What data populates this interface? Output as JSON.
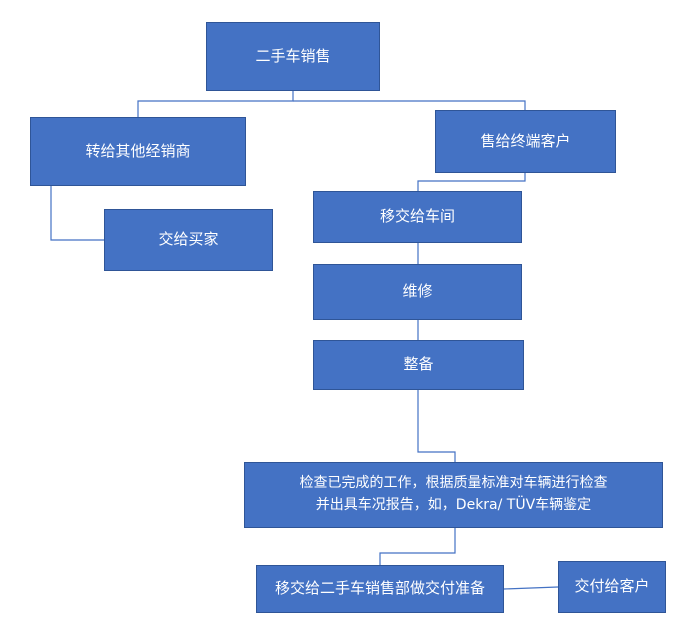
{
  "nodes": {
    "root": "二手车销售",
    "other_dealer": "转给其他经销商",
    "end_customer": "售给终端客户",
    "to_buyer": "交给买家",
    "to_workshop": "移交给车间",
    "repair": "维修",
    "prep": "整备",
    "inspection_line1": "检查已完成的工作，根据质量标准对车辆进行检查",
    "inspection_line2": "并出具车况报告，如，Dekra/ TÜV车辆鉴定",
    "handover_sales": "移交给二手车销售部做交付准备",
    "deliver": "交付给客户"
  },
  "colors": {
    "box_fill": "#4472c4",
    "box_border": "#2f5597",
    "box_text": "#ffffff",
    "connector": "#4472c4"
  }
}
